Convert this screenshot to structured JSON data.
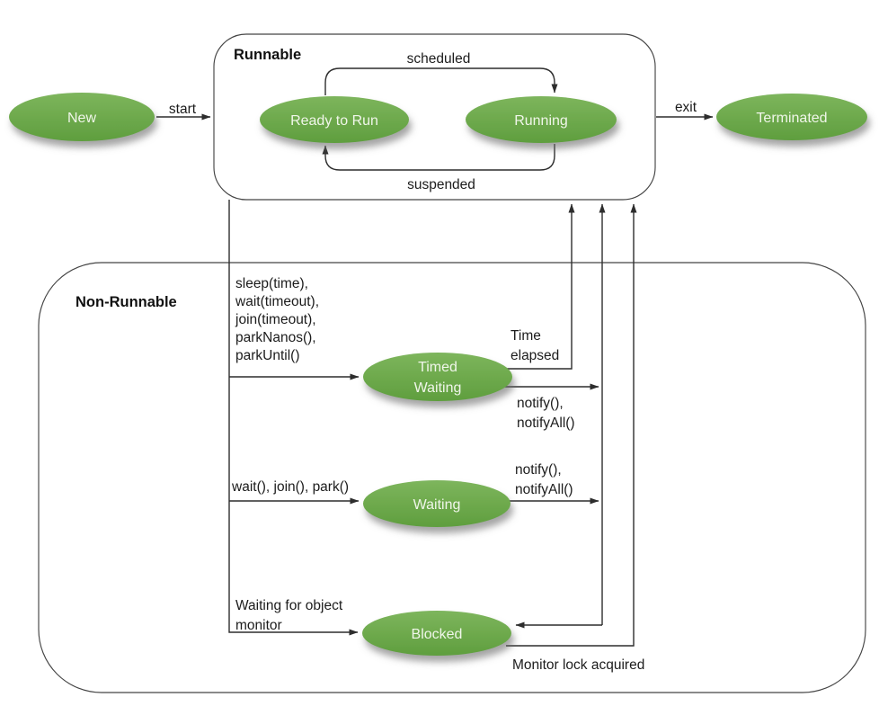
{
  "containers": {
    "runnable": {
      "label": "Runnable"
    },
    "non_runnable": {
      "label": "Non-Runnable"
    }
  },
  "states": {
    "new": {
      "label": "New"
    },
    "ready_to_run": {
      "label": "Ready to Run"
    },
    "running": {
      "label": "Running"
    },
    "terminated": {
      "label": "Terminated"
    },
    "timed_waiting": {
      "lines": [
        "Timed",
        "Waiting"
      ]
    },
    "waiting": {
      "label": "Waiting"
    },
    "blocked": {
      "label": "Blocked"
    }
  },
  "transitions": {
    "start": {
      "label": "start"
    },
    "exit": {
      "label": "exit"
    },
    "scheduled": {
      "label": "scheduled"
    },
    "suspended": {
      "label": "suspended"
    },
    "to_timed_waiting": {
      "lines": [
        "sleep(time),",
        "wait(timeout),",
        "join(timeout),",
        "parkNanos(),",
        "parkUntil()"
      ]
    },
    "time_elapsed": {
      "lines": [
        "Time",
        "elapsed"
      ]
    },
    "timed_waiting_notify": {
      "lines": [
        "notify(),",
        "notifyAll()"
      ]
    },
    "to_waiting": {
      "label": "wait(), join(), park()"
    },
    "waiting_notify": {
      "lines": [
        "notify(),",
        "notifyAll()"
      ]
    },
    "to_blocked": {
      "lines": [
        "Waiting for object",
        "monitor"
      ]
    },
    "monitor_lock_acquired": {
      "label": "Monitor lock acquired"
    }
  },
  "colors": {
    "state_fill_top": "#7db55c",
    "state_fill_bottom": "#5f9e3e",
    "state_text": "#f0f6ea",
    "connector": "#2d2d2d",
    "container_border": "#454545",
    "label_text": "#1c1c1c",
    "background": "#ffffff"
  }
}
